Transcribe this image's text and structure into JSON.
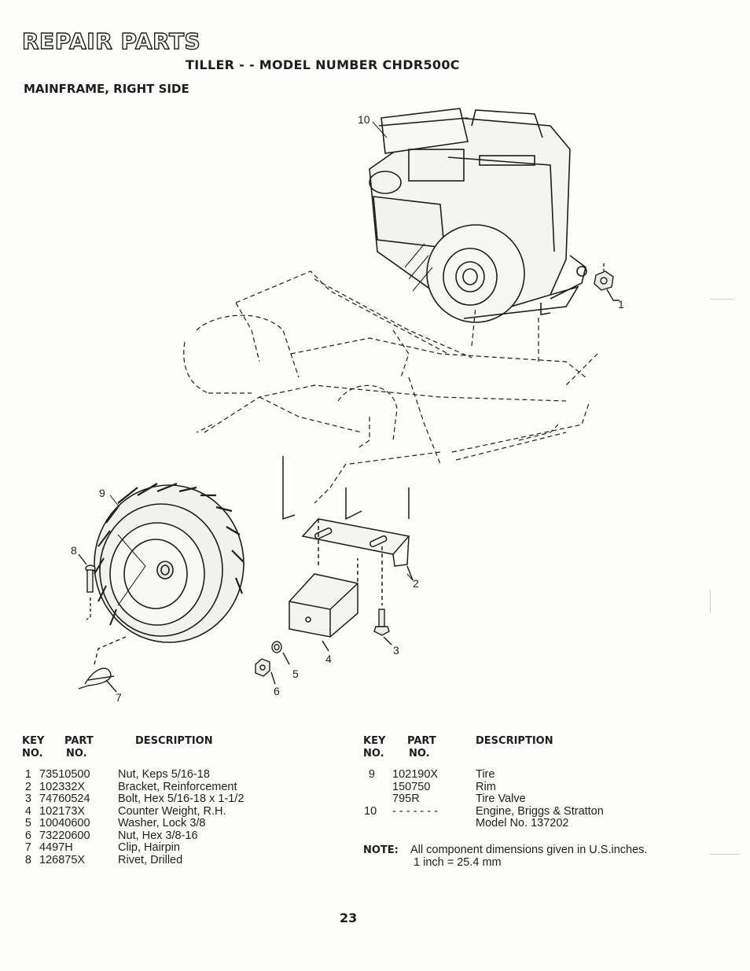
{
  "header": {
    "title": "REPAIR PARTS",
    "subtitle": "TILLER - - MODEL NUMBER CHDR500C",
    "section": "MAINFRAME, RIGHT SIDE"
  },
  "diagram": {
    "callouts": [
      "10",
      "1",
      "9",
      "8",
      "2",
      "3",
      "4",
      "5",
      "6",
      "7"
    ]
  },
  "parts_table": {
    "headers": {
      "key": "KEY",
      "key2": "NO.",
      "part": "PART",
      "part2": "NO.",
      "description": "DESCRIPTION"
    },
    "left_rows": [
      {
        "key": "1",
        "part": "73510500",
        "desc": "Nut, Keps  5/16-18"
      },
      {
        "key": "2",
        "part": "102332X",
        "desc": "Bracket, Reinforcement"
      },
      {
        "key": "3",
        "part": "74760524",
        "desc": "Bolt, Hex  5/16-18 x 1-1/2"
      },
      {
        "key": "4",
        "part": "102173X",
        "desc": "Counter Weight, R.H."
      },
      {
        "key": "5",
        "part": "10040600",
        "desc": "Washer, Lock  3/8"
      },
      {
        "key": "6",
        "part": "73220600",
        "desc": "Nut, Hex  3/8-16"
      },
      {
        "key": "7",
        "part": "4497H",
        "desc": "Clip, Hairpin"
      },
      {
        "key": "8",
        "part": "126875X",
        "desc": "Rivet, Drilled"
      }
    ],
    "right_rows": [
      {
        "key": "9",
        "part": "102190X",
        "desc": "Tire"
      },
      {
        "key": "",
        "part": "150750",
        "desc": "Rim"
      },
      {
        "key": "",
        "part": "795R",
        "desc": "Tire Valve"
      },
      {
        "key": "10",
        "part": "- - - - - - -",
        "desc": "Engine, Briggs & Stratton"
      },
      {
        "key": "",
        "part": "",
        "desc": "Model No. 137202"
      }
    ]
  },
  "note": {
    "label": "NOTE:",
    "text": "All component dimensions given in U.S.inches.",
    "conversion": "1 inch = 25.4 mm"
  },
  "page_number": "23"
}
